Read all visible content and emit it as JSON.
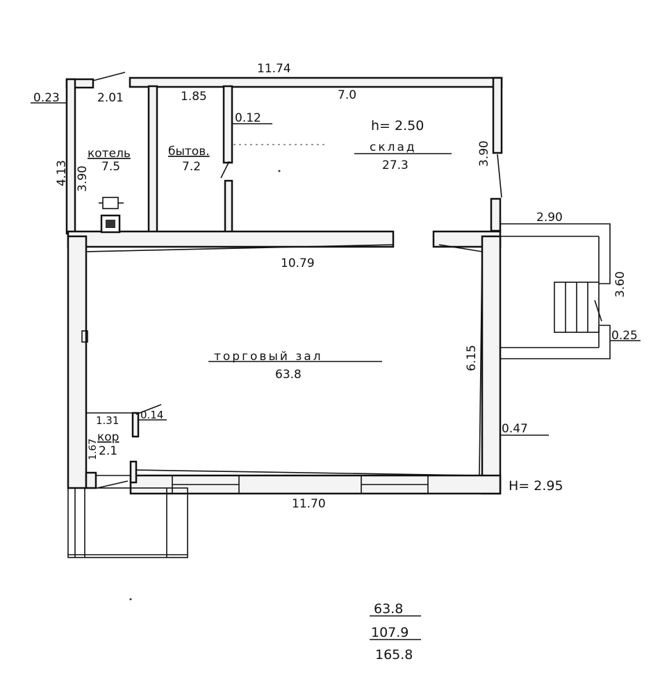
{
  "plan": {
    "dimensions": {
      "top_total": "11.74",
      "top_sklad": "7.0",
      "kotel_width": "2.01",
      "bytov_width": "1.85",
      "wall_left_thickness": "0.23",
      "partition_thickness": "0.12",
      "left_height": "4.13",
      "kotel_height": "3.90",
      "sklad_height": "3.90",
      "porch_width": "2.90",
      "porch_depth": "3.60",
      "porch_wall": "0.25",
      "zal_inner_top": "10.79",
      "zal_height": "6.15",
      "kor_width": "1.31",
      "kor_door_wall": "0.14",
      "kor_height": "1.67",
      "right_wall": "0.47",
      "bottom_total": "11.70"
    },
    "ceiling": {
      "sklad": "h= 2.50",
      "building": "H= 2.95"
    },
    "rooms": [
      {
        "name": "котель",
        "area": "7.5"
      },
      {
        "name": "бытов.",
        "area": "7.2"
      },
      {
        "name": "склад",
        "area": "27.3"
      },
      {
        "name": "торговый зал",
        "area": "63.8"
      },
      {
        "name": "кор",
        "area": "2.1"
      }
    ],
    "totals": [
      "63.8",
      "107.9",
      "165.8"
    ]
  }
}
